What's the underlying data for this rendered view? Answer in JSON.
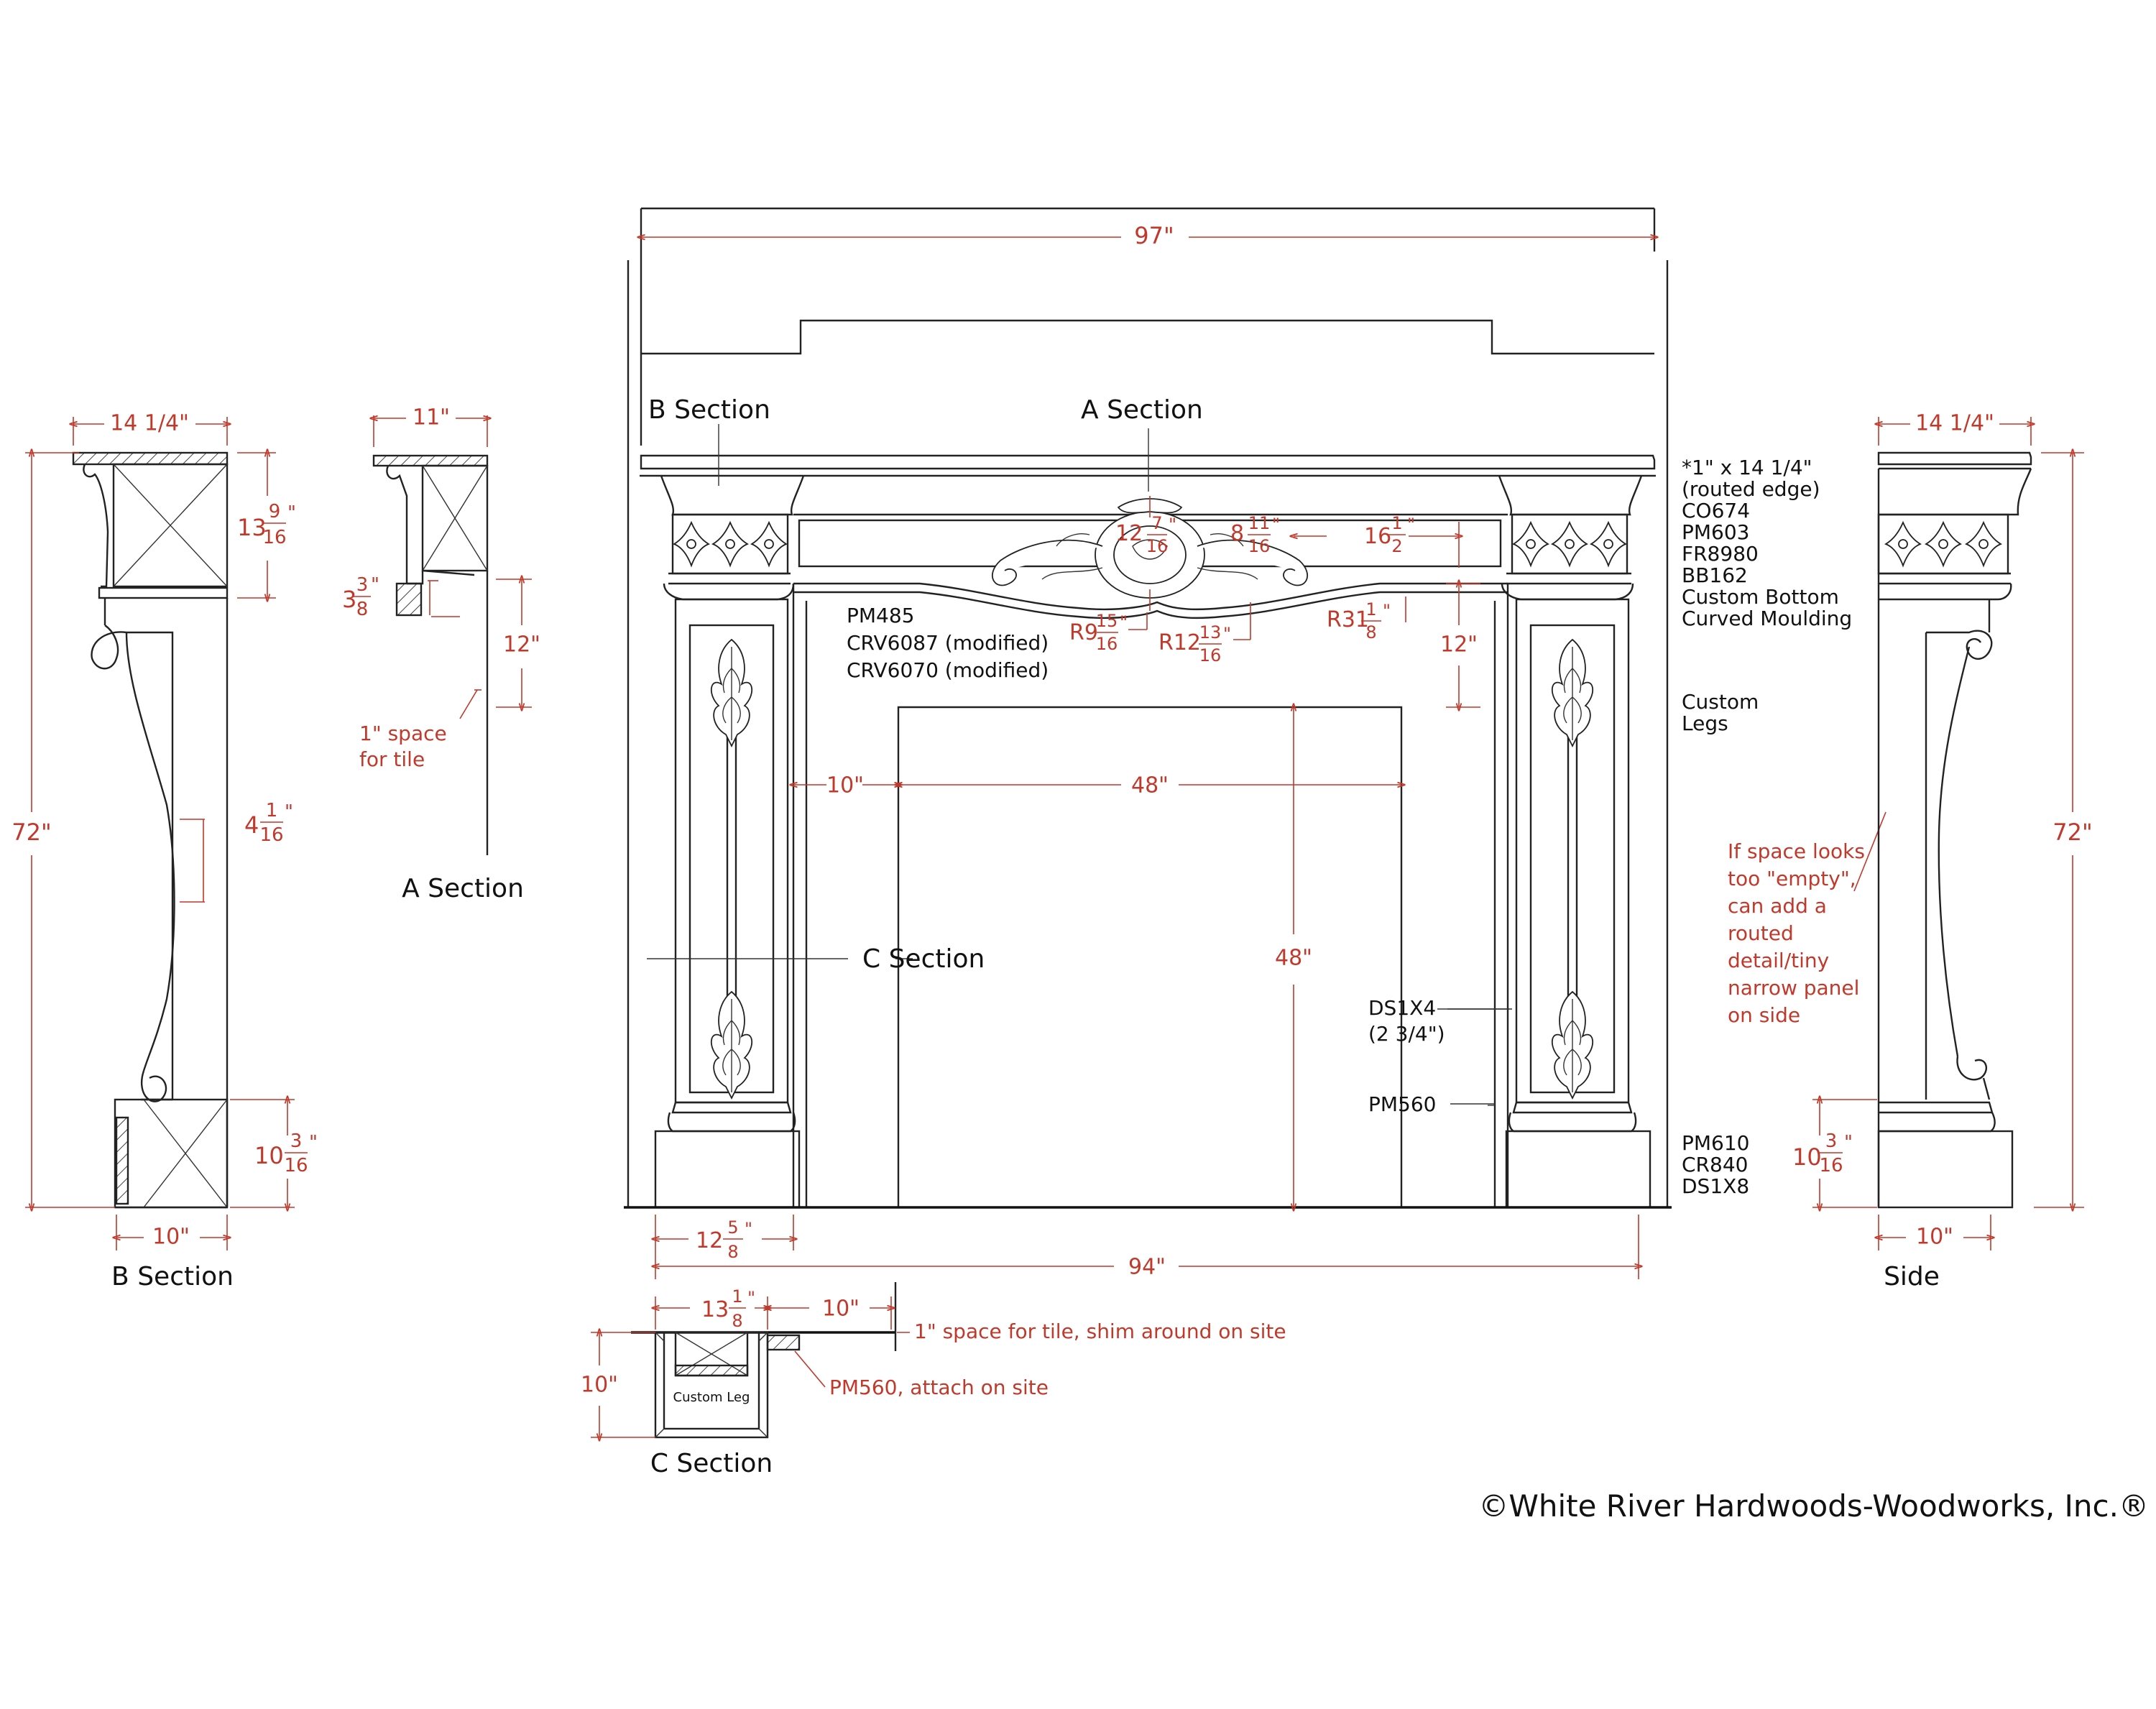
{
  "colors": {
    "ink": "#111111",
    "dimension": "#c0392b",
    "paper": "#ffffff"
  },
  "titles": {
    "b_section_left": "B Section",
    "a_section_left": "A Section",
    "b_section_front": "B Section",
    "a_section_front": "A Section",
    "c_section_front": "C Section",
    "c_section_bottom": "C Section",
    "side": "Side"
  },
  "dims": {
    "overall_top": "97\"",
    "b_width": "14 1/4\"",
    "b_height": "72\"",
    "b_cap_h": "13",
    "b_cap_num": "9",
    "b_cap_den": "16",
    "b_depth": "4",
    "b_depth_num": "1",
    "b_depth_den": "16",
    "b_base_h": "10",
    "b_base_num": "3",
    "b_base_den": "16",
    "b_bottom": "10\"",
    "a_width": "11\"",
    "a_lip": "3",
    "a_lip_num": "3",
    "a_lip_den": "8",
    "a_height": "12\"",
    "opening_side": "10\"",
    "opening_w": "48\"",
    "opening_h": "48\"",
    "frieze_h": "12\"",
    "r1_a": "12",
    "r1_num": "7",
    "r1_den": "16",
    "r2_a": "8",
    "r2_num": "11",
    "r2_den": "16",
    "r3_a": "16",
    "r3_num": "1",
    "r3_den": "2",
    "r4_a": "R9",
    "r4_num": "15",
    "r4_den": "16",
    "r5_a": "R12",
    "r5_num": "13",
    "r5_den": "16",
    "r6_a": "R31",
    "r6_num": "1",
    "r6_den": "8",
    "leg_w_a": "12",
    "leg_w_num": "5",
    "leg_w_den": "8",
    "overall_bottom": "94\"",
    "c_w1_a": "13",
    "c_w1_num": "1",
    "c_w1_den": "8",
    "c_w2": "10\"",
    "c_h": "10\"",
    "side_width": "14 1/4\"",
    "side_height": "72\"",
    "side_base_a": "10",
    "side_base_num": "3",
    "side_base_den": "16",
    "side_bottom": "10\""
  },
  "notes": {
    "tile_space_1": "1\" space",
    "tile_space_2": "for tile",
    "empty_panel": [
      "If space looks",
      "too \"empty\",",
      "can add a",
      "routed",
      "detail/tiny",
      "narrow panel",
      "on side"
    ],
    "c_tile": "1\" space for tile, shim around on site",
    "c_pm560": "PM560, attach on site"
  },
  "callouts": {
    "cap_list": [
      "*1\" x 14 1/4\"",
      "(routed edge)",
      "CO674",
      "PM603",
      "FR8980",
      "BB162",
      "Custom Bottom",
      "Curved Moulding"
    ],
    "frieze_list": [
      "PM485",
      "CRV6087 (modified)",
      "CRV6070 (modified)"
    ],
    "legs": [
      "Custom",
      "Legs"
    ],
    "ds1x4": [
      "DS1X4",
      "(2 3/4\")"
    ],
    "pm560": "PM560",
    "base_list": [
      "PM610",
      "CR840",
      "DS1X8"
    ],
    "custom_leg": "Custom Leg"
  },
  "footer": {
    "copyright": "©White River Hardwoods-Woodworks, Inc.®"
  }
}
